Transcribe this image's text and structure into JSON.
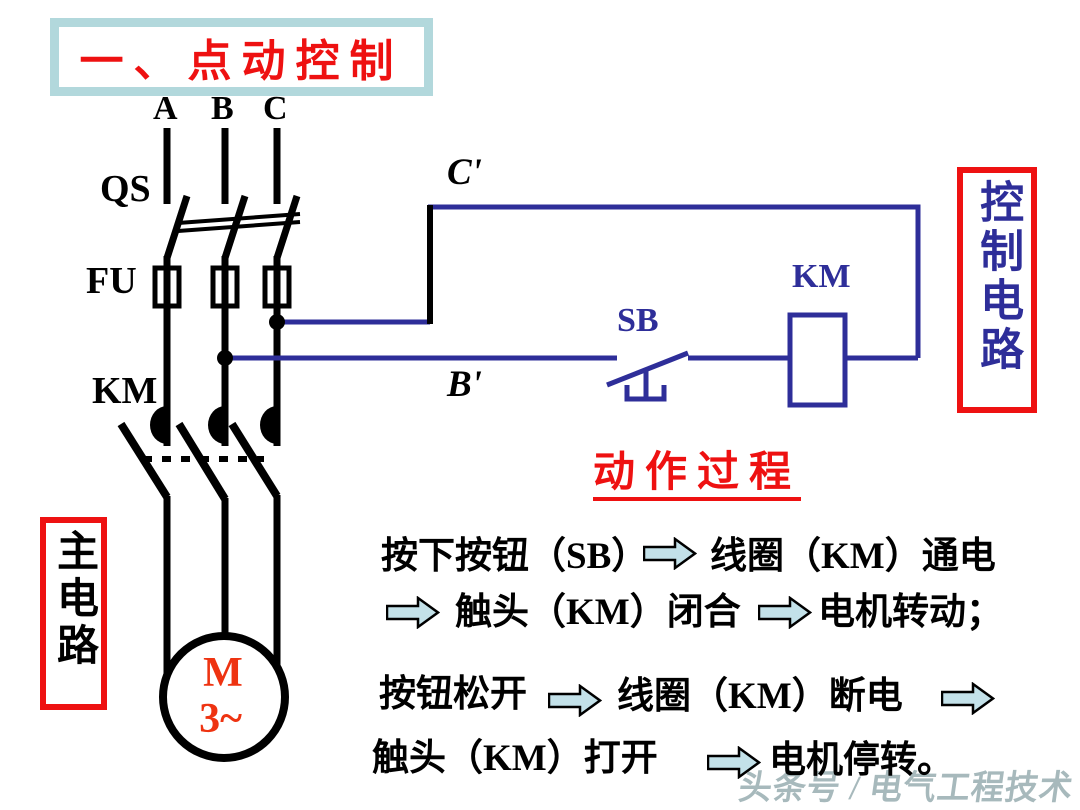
{
  "title": {
    "text": "一、点动控制"
  },
  "phase_labels": [
    "A",
    "B",
    "C"
  ],
  "labels": {
    "qs": "QS",
    "fu": "FU",
    "km_main": "KM",
    "c_prime": "C'",
    "b_prime": "B'",
    "sb": "SB",
    "km_coil": "KM"
  },
  "motor": {
    "letter": "M",
    "phase": "3~"
  },
  "side_boxes": {
    "control_label": "控制电路",
    "main_label": "主电路"
  },
  "process": {
    "heading": "动作过程",
    "lines": [
      {
        "part1": "按下按钮（SB）",
        "part2": "线圈（KM）通电"
      },
      {
        "part1": "触头（KM）闭合",
        "part2": "电机转动；"
      },
      {
        "part1": "按钮松开",
        "part2": "线圈（KM）断电"
      },
      {
        "part1": "触头（KM）打开",
        "part2": "电机停转。"
      }
    ]
  },
  "watermark": {
    "text": "头条号 / 电气工程技术"
  },
  "colors": {
    "wire_blue": "#2e2e99",
    "accent_red": "#ee1111",
    "title_border": "#b2d8dc",
    "arrow_fill": "#c3e1e9",
    "motor_text": "#ee3311",
    "watermark_gray": "#a7b9bc"
  }
}
